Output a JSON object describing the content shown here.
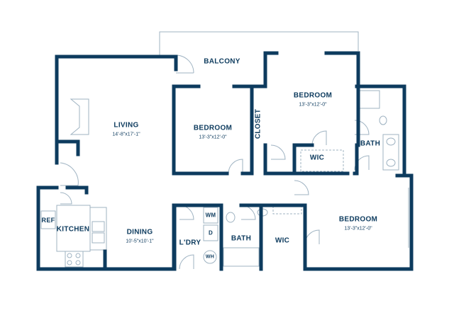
{
  "colors": {
    "wall": "#0d3b5e",
    "fixture": "#9fb3c2"
  },
  "rooms": {
    "balcony": {
      "label": "BALCONY"
    },
    "living": {
      "label": "LIVING",
      "dims": "14'-8\"x17'-1\""
    },
    "bedroom_center": {
      "label": "BEDROOM",
      "dims": "13'-3\"x12'-0\""
    },
    "closet": {
      "label": "CLOSET"
    },
    "bedroom_top_right": {
      "label": "BEDROOM",
      "dims": "13'-3\"x12'-0\""
    },
    "wic_top": {
      "label": "WIC"
    },
    "bath_right": {
      "label": "BATH"
    },
    "ref": {
      "label": "REF"
    },
    "kitchen": {
      "label": "KITCHEN"
    },
    "dining": {
      "label": "DINING",
      "dims": "10'-5\"x10'-1\""
    },
    "laundry": {
      "label": "L'DRY"
    },
    "washer": {
      "label": "WM"
    },
    "dryer": {
      "label": "D"
    },
    "water_heater": {
      "label": "WH"
    },
    "bath_center": {
      "label": "BATH"
    },
    "wic_bottom": {
      "label": "WIC"
    },
    "bedroom_bottom_right": {
      "label": "BEDROOM",
      "dims": "13'-3\"x12'-0\""
    }
  }
}
